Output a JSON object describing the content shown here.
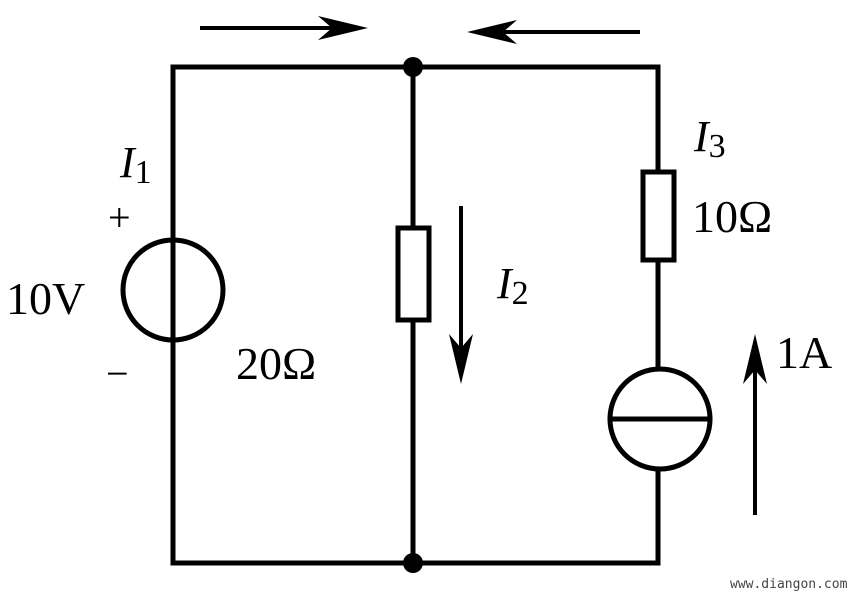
{
  "circuit": {
    "voltage_source": {
      "value": "10V",
      "plus": "+",
      "minus": "−"
    },
    "resistor_middle": {
      "value": "20Ω"
    },
    "resistor_right": {
      "value": "10Ω"
    },
    "current_source": {
      "value": "1A"
    },
    "currents": {
      "i1": {
        "symbol": "I",
        "subscript": "1"
      },
      "i2": {
        "symbol": "I",
        "subscript": "2"
      },
      "i3": {
        "symbol": "I",
        "subscript": "3"
      }
    }
  },
  "watermark": "www.diangon.com"
}
